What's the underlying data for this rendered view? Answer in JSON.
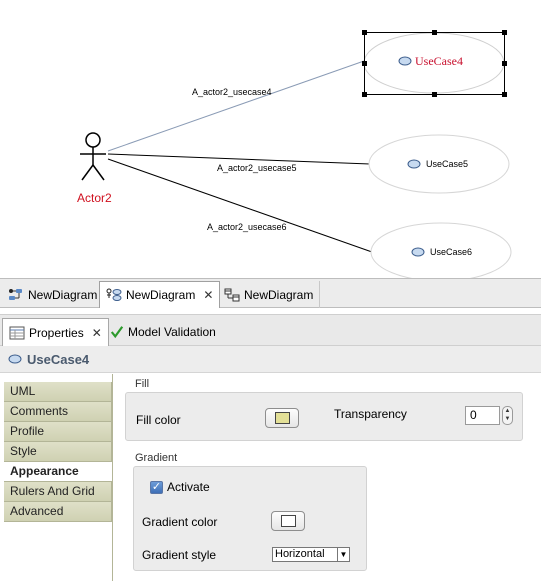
{
  "diagram": {
    "actor": {
      "name": "Actor2",
      "name_color": "#d0101f"
    },
    "use_cases": [
      {
        "id": "uc4",
        "name": "UseCase4",
        "selected": true
      },
      {
        "id": "uc5",
        "name": "UseCase5",
        "selected": false
      },
      {
        "id": "uc6",
        "name": "UseCase6",
        "selected": false
      }
    ],
    "associations": [
      {
        "label": "A_actor2_usecase4",
        "to": "uc4"
      },
      {
        "label": "A_actor2_usecase5",
        "to": "uc5"
      },
      {
        "label": "A_actor2_usecase6",
        "to": "uc6"
      }
    ]
  },
  "editor_tabs": [
    {
      "label": "NewDiagram",
      "icon": "activity-diagram-icon",
      "selected": false
    },
    {
      "label": "NewDiagram",
      "icon": "usecase-diagram-icon",
      "selected": true,
      "closable": true
    },
    {
      "label": "NewDiagram",
      "icon": "class-diagram-icon",
      "selected": false
    }
  ],
  "view_tabs": [
    {
      "label": "Properties",
      "icon": "properties-icon",
      "selected": true,
      "closable": true
    },
    {
      "label": "Model Validation",
      "icon": "checkmark-icon",
      "selected": false
    }
  ],
  "properties": {
    "title": "UseCase4",
    "sections": [
      "UML",
      "Comments",
      "Profile",
      "Style",
      "Appearance",
      "Rulers And Grid",
      "Advanced"
    ],
    "active_section": "Appearance",
    "fill": {
      "group_title": "Fill",
      "color_label": "Fill color",
      "color": "#e3e097",
      "transparency_label": "Transparency",
      "transparency_value": "0"
    },
    "gradient": {
      "group_title": "Gradient",
      "activate_label": "Activate",
      "activate_checked": true,
      "color_label": "Gradient color",
      "color": "#ffffff",
      "style_label": "Gradient style",
      "style_value": "Horizontal"
    }
  },
  "colors": {
    "selection_handles": "#000000",
    "association_line": "#000000",
    "selected_association_line": "#8a9bb5",
    "use_case_name_selected": "#c8102e"
  }
}
